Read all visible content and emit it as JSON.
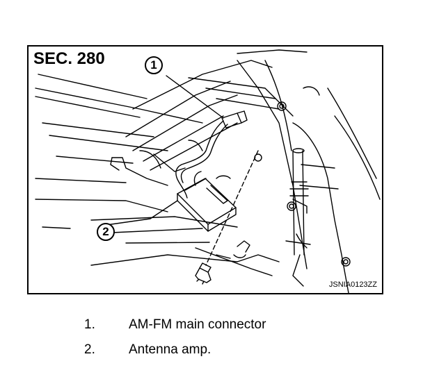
{
  "figure": {
    "section_label": "SEC. 280",
    "figure_id": "JSNIA0123ZZ",
    "callouts": [
      "1",
      "2"
    ]
  },
  "legend": [
    {
      "num": "1.",
      "text": "AM-FM main connector"
    },
    {
      "num": "2.",
      "text": "Antenna amp."
    }
  ]
}
